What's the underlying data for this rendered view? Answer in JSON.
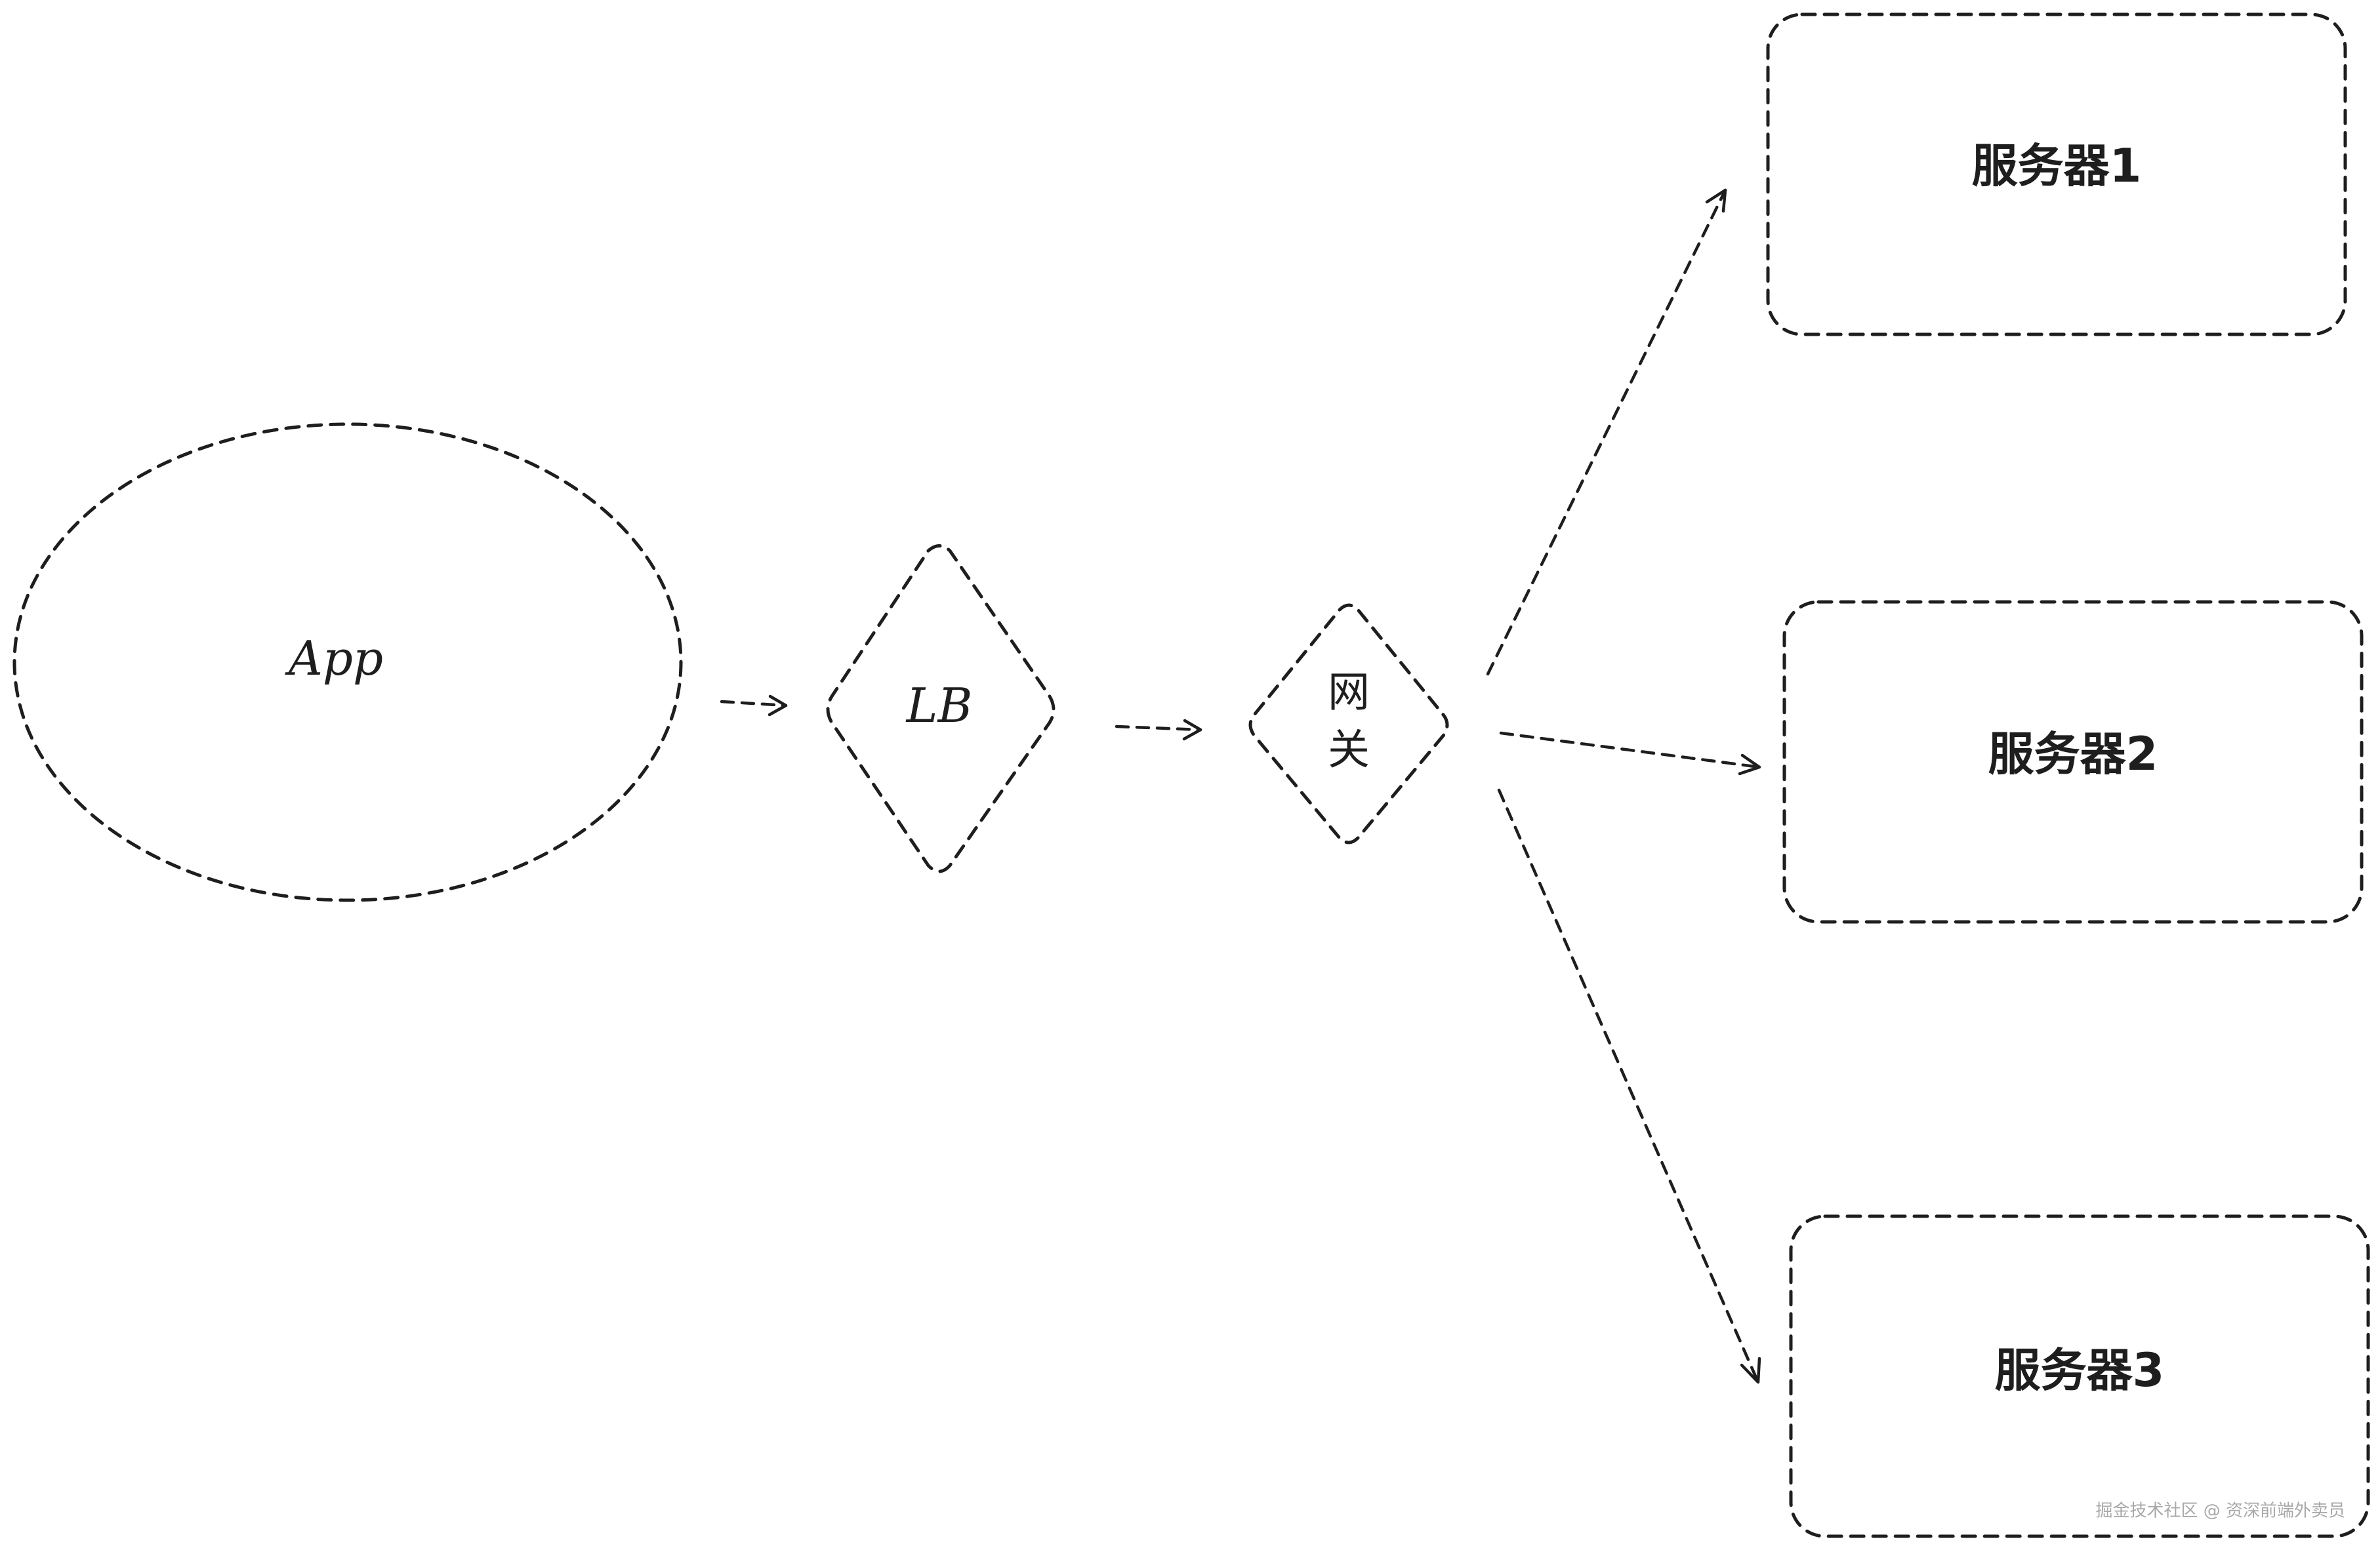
{
  "nodes": {
    "app": {
      "label": "App"
    },
    "lb": {
      "label": "LB"
    },
    "gateway": {
      "label_line1": "网",
      "label_line2": "关"
    },
    "server1": {
      "label": "服务器1"
    },
    "server2": {
      "label": "服务器2"
    },
    "server3": {
      "label": "服务器3"
    }
  },
  "edges": [
    {
      "from": "app",
      "to": "lb"
    },
    {
      "from": "lb",
      "to": "gateway"
    },
    {
      "from": "gateway",
      "to": "server1"
    },
    {
      "from": "gateway",
      "to": "server2"
    },
    {
      "from": "gateway",
      "to": "server3"
    }
  ],
  "watermark": {
    "text": "掘金技术社区 @ 资深前端外卖员"
  },
  "colors": {
    "stroke": "#1e1e1e",
    "background": "#ffffff",
    "watermark": "#a8a8a8"
  }
}
